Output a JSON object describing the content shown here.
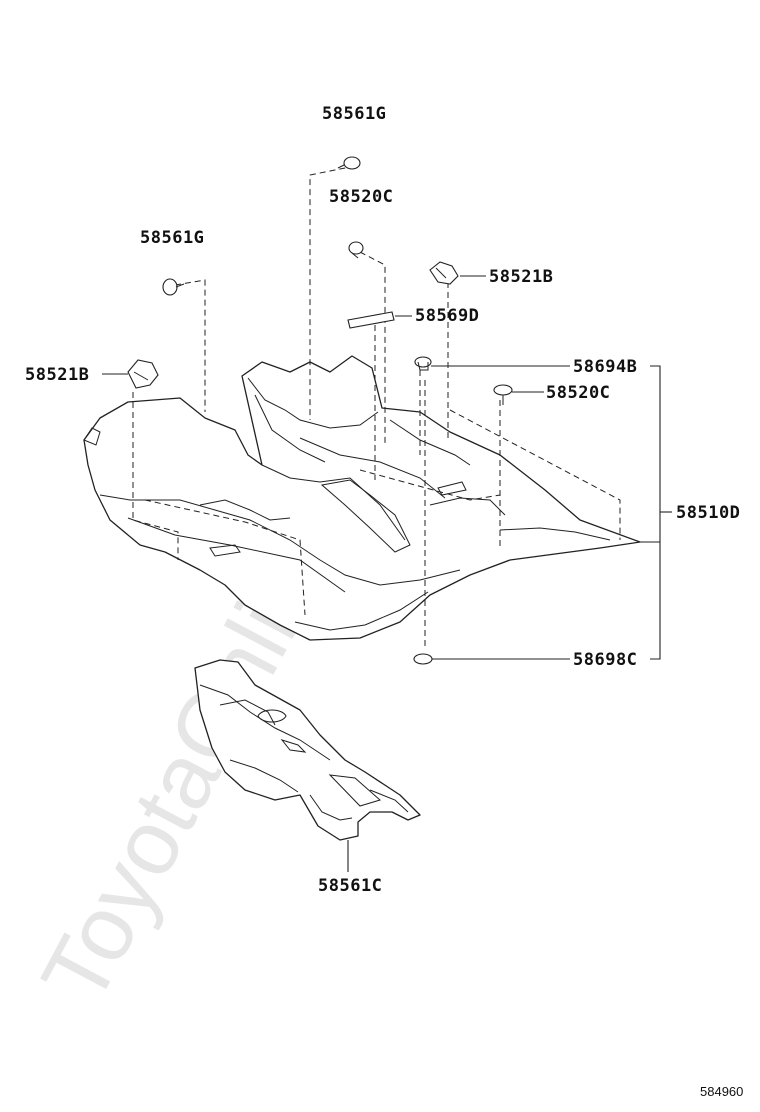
{
  "watermark": "ToyotaOnline.ru",
  "catalog_id": "584960",
  "parts": {
    "clip_top": "58561G",
    "clip_left": "58561G",
    "screw_clip": "58520C",
    "retainer_right": "58521B",
    "retainer_left": "58521B",
    "pad": "58569D",
    "hook": "58694B",
    "grommet_clip": "58520C",
    "carpet": "58510D",
    "hook_washer": "58698C",
    "rear_carpet": "58561C"
  }
}
